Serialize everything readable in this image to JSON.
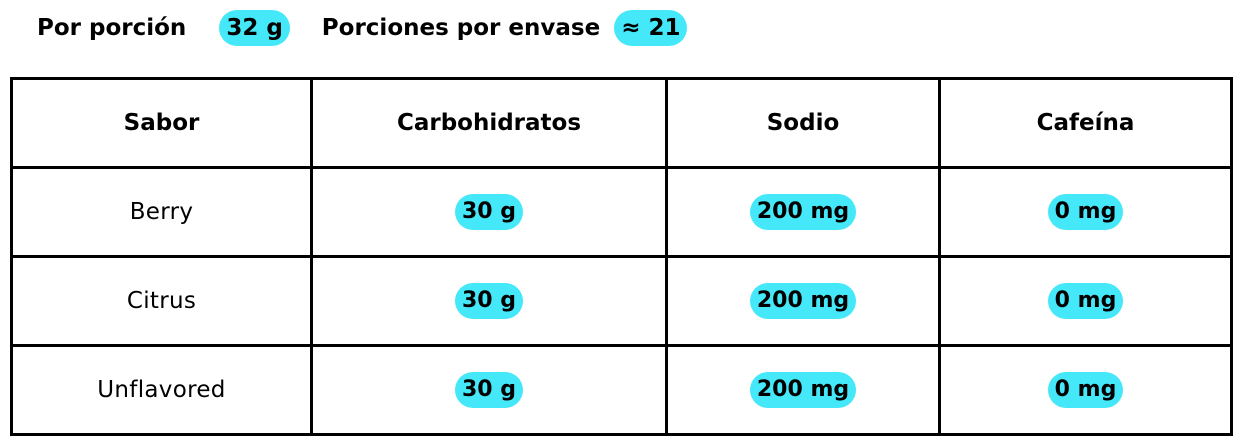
{
  "summary": {
    "serving_label": "Por porción",
    "serving_value": "32 g",
    "servings_label": "Porciones por envase",
    "servings_value": "≈ 21"
  },
  "table": {
    "headers": [
      "Sabor",
      "Carbohidratos",
      "Sodio",
      "Cafeína"
    ],
    "rows": [
      {
        "flavor": "Berry",
        "carbs": "30 g",
        "sodium": "200 mg",
        "caffeine": "0 mg"
      },
      {
        "flavor": "Citrus",
        "carbs": "30 g",
        "sodium": "200 mg",
        "caffeine": "0 mg"
      },
      {
        "flavor": "Unflavored",
        "carbs": "30 g",
        "sodium": "200 mg",
        "caffeine": "0 mg"
      }
    ]
  },
  "colors": {
    "highlight": "#44e8f8",
    "border": "#000000",
    "text": "#000000"
  }
}
